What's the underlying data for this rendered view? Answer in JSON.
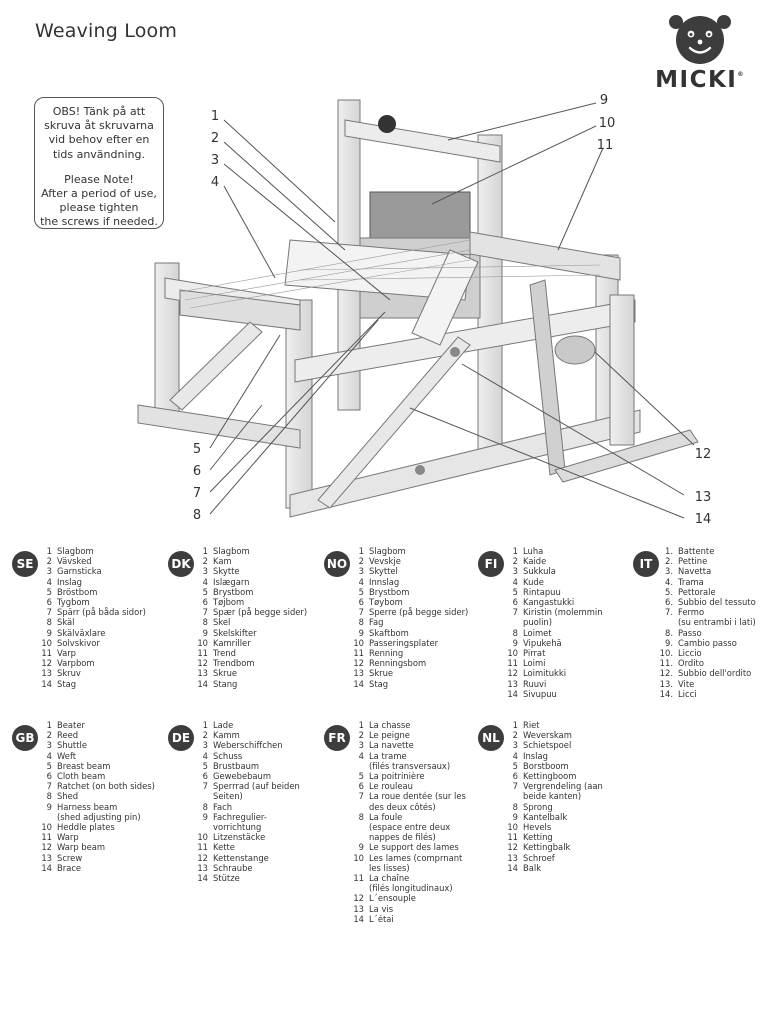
{
  "header": {
    "title": "Weaving Loom"
  },
  "brand": {
    "name": "MICKI",
    "mark": "®"
  },
  "note": {
    "swedish": [
      "OBS! Tänk på att",
      "skruva åt skruvarna",
      "vid behov efter en",
      "tids användning."
    ],
    "english": [
      "Please Note!",
      "After a period of use,",
      "please tighten",
      "the screws if needed."
    ]
  },
  "callouts": [
    "1",
    "2",
    "3",
    "4",
    "5",
    "6",
    "7",
    "8",
    "9",
    "10",
    "11",
    "12",
    "13",
    "14"
  ],
  "legends": [
    {
      "lang": "SE",
      "items": [
        {
          "n": "1",
          "t": "Slagbom"
        },
        {
          "n": "2",
          "t": "Vävsked"
        },
        {
          "n": "3",
          "t": "Garnsticka"
        },
        {
          "n": "4",
          "t": "Inslag"
        },
        {
          "n": "5",
          "t": "Bröstbom"
        },
        {
          "n": "6",
          "t": "Tygbom"
        },
        {
          "n": "7",
          "t": "Spärr (på båda sidor)"
        },
        {
          "n": "8",
          "t": "Skäl"
        },
        {
          "n": "9",
          "t": "Skälväxlare"
        },
        {
          "n": "10",
          "t": "Solvskivor"
        },
        {
          "n": "11",
          "t": "Varp"
        },
        {
          "n": "12",
          "t": "Varpbom"
        },
        {
          "n": "13",
          "t": "Skruv"
        },
        {
          "n": "14",
          "t": "Stag"
        }
      ]
    },
    {
      "lang": "DK",
      "items": [
        {
          "n": "1",
          "t": "Slagbom"
        },
        {
          "n": "2",
          "t": "Kam"
        },
        {
          "n": "3",
          "t": "Skytte"
        },
        {
          "n": "4",
          "t": "Islægarn"
        },
        {
          "n": "5",
          "t": "Brystbom"
        },
        {
          "n": "6",
          "t": "Tøjbom"
        },
        {
          "n": "7",
          "t": "Spær (på begge sider)"
        },
        {
          "n": "8",
          "t": "Skel"
        },
        {
          "n": "9",
          "t": "Skelskifter"
        },
        {
          "n": "10",
          "t": "Kamriller"
        },
        {
          "n": "11",
          "t": "Trend"
        },
        {
          "n": "12",
          "t": "Trendbom"
        },
        {
          "n": "13",
          "t": "Skrue"
        },
        {
          "n": "14",
          "t": "Stang"
        }
      ]
    },
    {
      "lang": "NO",
      "items": [
        {
          "n": "1",
          "t": "Slagbom"
        },
        {
          "n": "2",
          "t": "Vevskje"
        },
        {
          "n": "3",
          "t": "Skyttel"
        },
        {
          "n": "4",
          "t": "Innslag"
        },
        {
          "n": "5",
          "t": "Brystbom"
        },
        {
          "n": "6",
          "t": "Tøybom"
        },
        {
          "n": "7",
          "t": "Sperre (på begge sider)"
        },
        {
          "n": "8",
          "t": "Fag"
        },
        {
          "n": "9",
          "t": "Skaftbom"
        },
        {
          "n": "10",
          "t": "Passeringsplater"
        },
        {
          "n": "11",
          "t": "Renning"
        },
        {
          "n": "12",
          "t": "Renningsbom"
        },
        {
          "n": "13",
          "t": "Skrue"
        },
        {
          "n": "14",
          "t": "Stag"
        }
      ]
    },
    {
      "lang": "FI",
      "items": [
        {
          "n": "1",
          "t": "Luha"
        },
        {
          "n": "2",
          "t": "Kaide"
        },
        {
          "n": "3",
          "t": "Sukkula"
        },
        {
          "n": "4",
          "t": "Kude"
        },
        {
          "n": "5",
          "t": "Rintapuu"
        },
        {
          "n": "6",
          "t": "Kangastukki"
        },
        {
          "n": "7",
          "t": "Kiristin (molemmin\npuolin)"
        },
        {
          "n": "8",
          "t": "Loimet"
        },
        {
          "n": "9",
          "t": "Vipukehä"
        },
        {
          "n": "10",
          "t": "Pirrat"
        },
        {
          "n": "11",
          "t": "Loimi"
        },
        {
          "n": "12",
          "t": "Loimitukki"
        },
        {
          "n": "13",
          "t": "Ruuvi"
        },
        {
          "n": "14",
          "t": "Sivupuu"
        }
      ]
    },
    {
      "lang": "IT",
      "items": [
        {
          "n": "1.",
          "t": "Battente"
        },
        {
          "n": "2.",
          "t": "Pettine"
        },
        {
          "n": "3.",
          "t": "Navetta"
        },
        {
          "n": "4.",
          "t": "Trama"
        },
        {
          "n": "5.",
          "t": "Pettorale"
        },
        {
          "n": "6.",
          "t": "Subbio del tessuto"
        },
        {
          "n": "7.",
          "t": "Fermo\n(su entrambi i lati)"
        },
        {
          "n": "8.",
          "t": "Passo"
        },
        {
          "n": "9.",
          "t": "Cambio passo"
        },
        {
          "n": "10.",
          "t": "Liccio"
        },
        {
          "n": "11.",
          "t": "Ordito"
        },
        {
          "n": "12.",
          "t": "Subbio dell'ordito"
        },
        {
          "n": "13.",
          "t": "Vite"
        },
        {
          "n": "14.",
          "t": "Licci"
        }
      ]
    },
    {
      "lang": "GB",
      "items": [
        {
          "n": "1",
          "t": "Beater"
        },
        {
          "n": "2",
          "t": "Reed"
        },
        {
          "n": "3",
          "t": "Shuttle"
        },
        {
          "n": "4",
          "t": "Weft"
        },
        {
          "n": "5",
          "t": "Breast beam"
        },
        {
          "n": "6",
          "t": "Cloth beam"
        },
        {
          "n": "7",
          "t": "Ratchet (on both sides)"
        },
        {
          "n": "8",
          "t": "Shed"
        },
        {
          "n": "9",
          "t": "Harness beam\n(shed adjusting pin)"
        },
        {
          "n": "10",
          "t": "Heddle plates"
        },
        {
          "n": "11",
          "t": "Warp"
        },
        {
          "n": "12",
          "t": "Warp beam"
        },
        {
          "n": "13",
          "t": "Screw"
        },
        {
          "n": "14",
          "t": "Brace"
        }
      ]
    },
    {
      "lang": "DE",
      "items": [
        {
          "n": "1",
          "t": "Lade"
        },
        {
          "n": "2",
          "t": "Kamm"
        },
        {
          "n": "3",
          "t": "Weberschiffchen"
        },
        {
          "n": "4",
          "t": "Schuss"
        },
        {
          "n": "5",
          "t": "Brustbaum"
        },
        {
          "n": "6",
          "t": "Gewebebaum"
        },
        {
          "n": "7",
          "t": "Sperrrad (auf beiden\nSeiten)"
        },
        {
          "n": "8",
          "t": "Fach"
        },
        {
          "n": "9",
          "t": "Fachregulier-\nvorrichtung"
        },
        {
          "n": "10",
          "t": "Litzenstäcke"
        },
        {
          "n": "11",
          "t": "Kette"
        },
        {
          "n": "12",
          "t": "Kettenstange"
        },
        {
          "n": "13",
          "t": "Schraube"
        },
        {
          "n": "14",
          "t": "Stütze"
        }
      ]
    },
    {
      "lang": "FR",
      "items": [
        {
          "n": "1",
          "t": "La chasse"
        },
        {
          "n": "2",
          "t": "Le peigne"
        },
        {
          "n": "3",
          "t": "La navette"
        },
        {
          "n": "4",
          "t": "La trame\n(filés transversaux)"
        },
        {
          "n": "5",
          "t": "La poitrinière"
        },
        {
          "n": "6",
          "t": "Le rouleau"
        },
        {
          "n": "7",
          "t": "La roue dentée (sur les\ndes deux côtés)"
        },
        {
          "n": "8",
          "t": "La foule\n(espace entre deux\nnappes de filés)"
        },
        {
          "n": "9",
          "t": "Le support des lames"
        },
        {
          "n": "10",
          "t": "Les lames (comprnant\nles lisses)"
        },
        {
          "n": "11",
          "t": "La chaîne\n(filés longitudinaux)"
        },
        {
          "n": "12",
          "t": "L´ensouple"
        },
        {
          "n": "13",
          "t": "La vis"
        },
        {
          "n": "14",
          "t": "L´étai"
        }
      ]
    },
    {
      "lang": "NL",
      "items": [
        {
          "n": "1",
          "t": "Riet"
        },
        {
          "n": "2",
          "t": "Weverskam"
        },
        {
          "n": "3",
          "t": "Schietspoel"
        },
        {
          "n": "4",
          "t": "Inslag"
        },
        {
          "n": "5",
          "t": "Borstboom"
        },
        {
          "n": "6",
          "t": "Kettingboom"
        },
        {
          "n": "7",
          "t": "Vergrendeling (aan\nbeide kanten)"
        },
        {
          "n": "8",
          "t": "Sprong"
        },
        {
          "n": "9",
          "t": "Kantelbalk"
        },
        {
          "n": "10",
          "t": "Hevels"
        },
        {
          "n": "11",
          "t": "Ketting"
        },
        {
          "n": "12",
          "t": "Kettingbalk"
        },
        {
          "n": "13",
          "t": "Schroef"
        },
        {
          "n": "14",
          "t": "Balk"
        }
      ]
    }
  ]
}
